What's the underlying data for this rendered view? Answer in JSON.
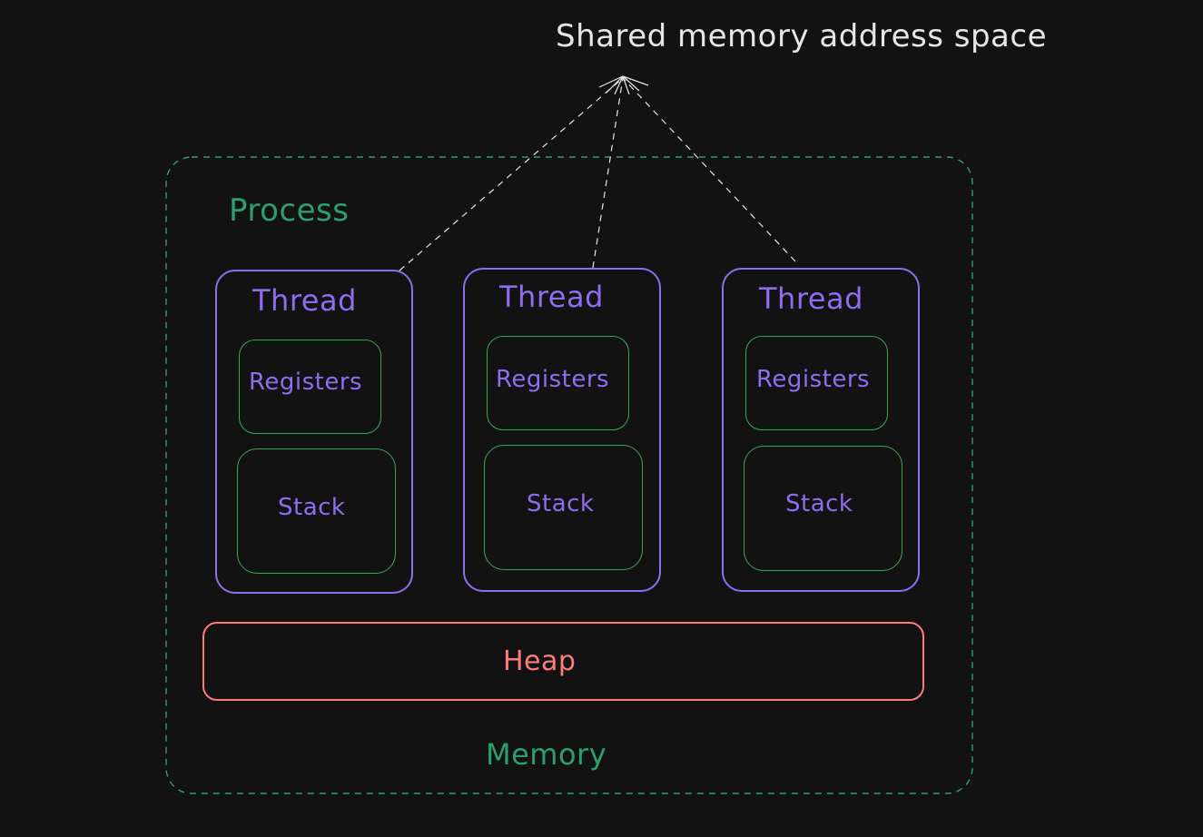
{
  "colors": {
    "background": "#121212",
    "annotation": "#e6e6e6",
    "process": "#2f9e6e",
    "thread": "#8f6df0",
    "component": "#3aa657",
    "heap": "#ff7b7b"
  },
  "title": "Shared memory address space",
  "process": {
    "label": "Process",
    "memory_label": "Memory"
  },
  "threads": [
    {
      "label": "Thread",
      "registers": "Registers",
      "stack": "Stack"
    },
    {
      "label": "Thread",
      "registers": "Registers",
      "stack": "Stack"
    },
    {
      "label": "Thread",
      "registers": "Registers",
      "stack": "Stack"
    }
  ],
  "heap": {
    "label": "Heap"
  }
}
